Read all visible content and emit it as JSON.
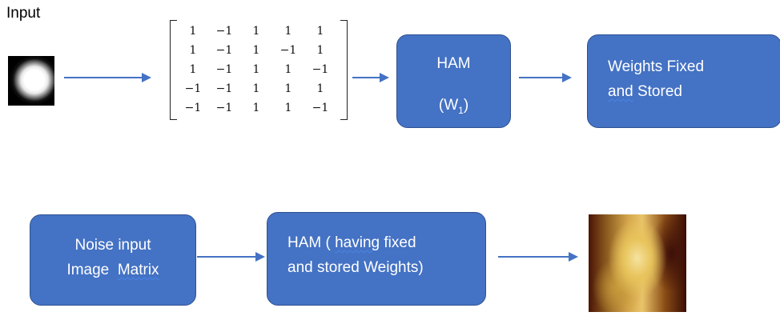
{
  "input_label": "Input",
  "matrix": {
    "rows": [
      [
        "1",
        "−1",
        "1",
        "1",
        "1"
      ],
      [
        "1",
        "−1",
        "1",
        "−1",
        "1"
      ],
      [
        "1",
        "−1",
        "1",
        "1",
        "−1"
      ],
      [
        "−1",
        "−1",
        "1",
        "1",
        "1"
      ],
      [
        "−1",
        "−1",
        "1",
        "1",
        "−1"
      ]
    ]
  },
  "ham_box": {
    "title": "HAM",
    "weight_symbol": "W",
    "weight_subscript": "1"
  },
  "weights_box": {
    "line1": "Weights Fixed",
    "line2_and": "and",
    "line2_rest": " Stored"
  },
  "noise_box": {
    "line1": "Noise input",
    "line2_image": "Image",
    "line2_rest": "Matrix"
  },
  "ham2_box": {
    "line1_a": "HAM ( ",
    "line1_having": "having",
    "line1_b": " fixed",
    "line2": "and stored Weights)"
  },
  "colors": {
    "box_fill": "#4472c4",
    "box_border": "#2f528f",
    "arrow": "#4472c4",
    "box_text": "#ffffff"
  }
}
